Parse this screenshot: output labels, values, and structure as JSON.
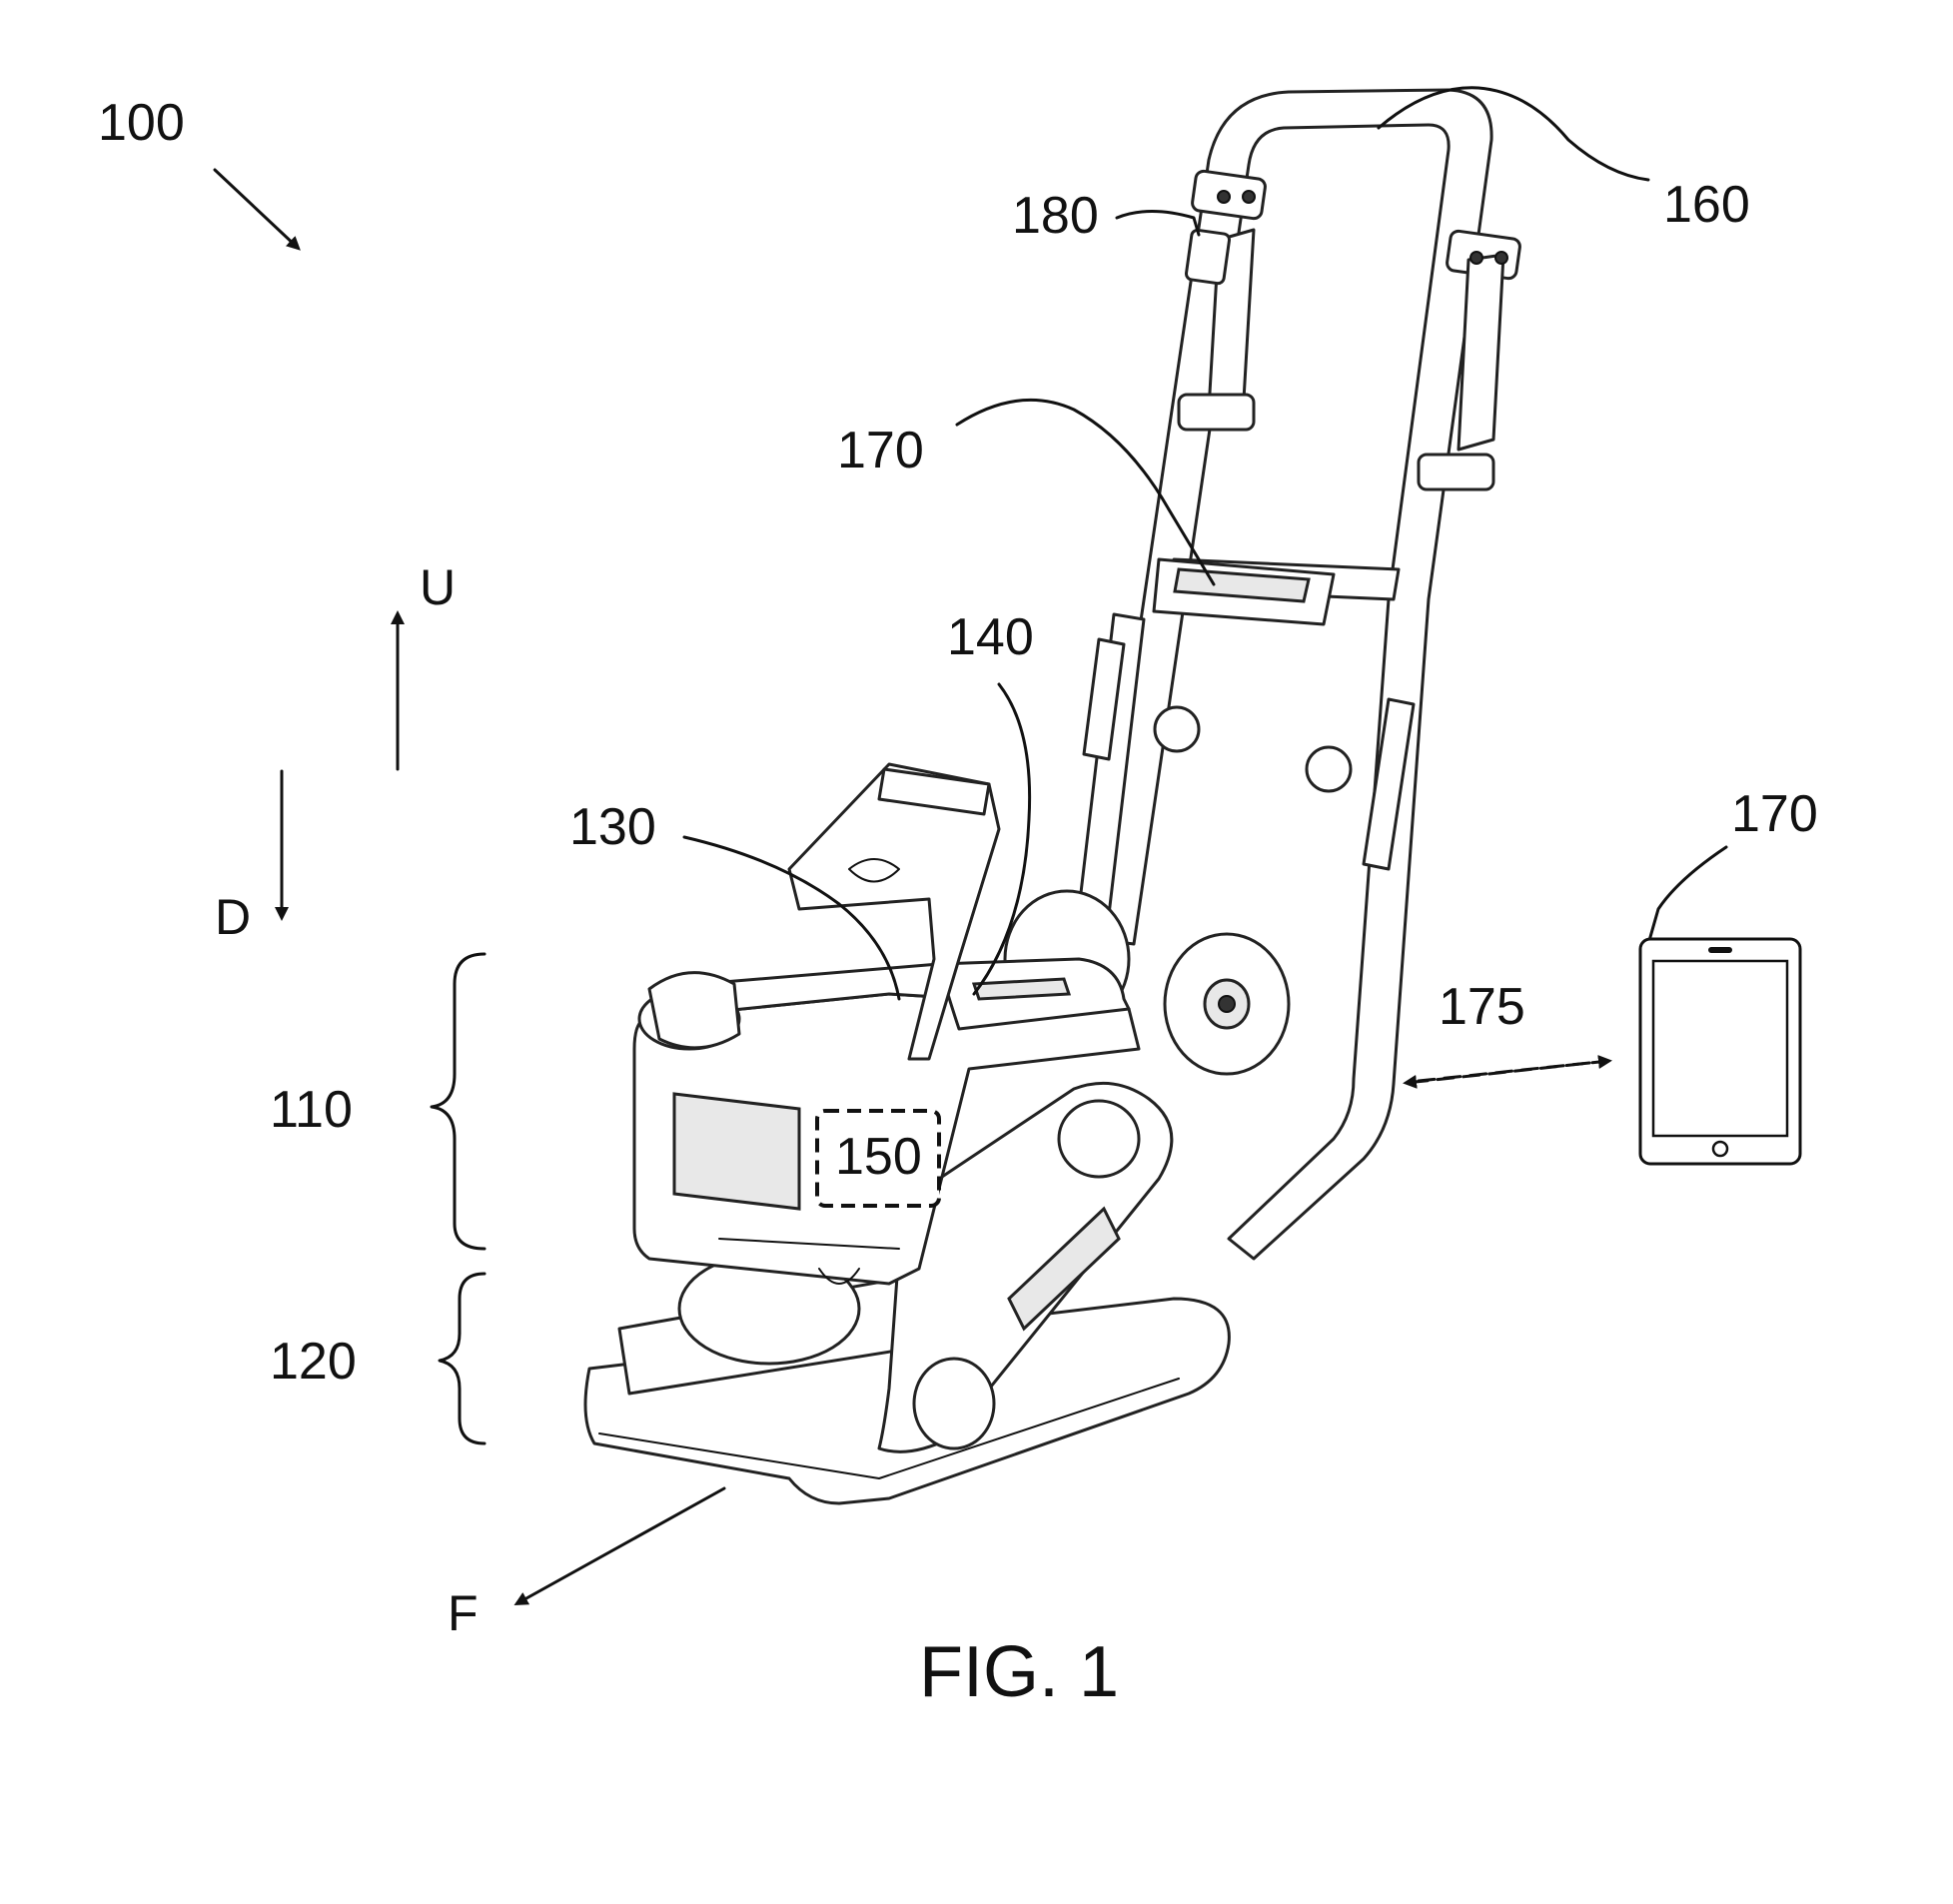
{
  "figure": {
    "caption": "FIG. 1",
    "reference_numerals": {
      "compactor": "100",
      "upper_portion": "110",
      "lower_portion": "120",
      "engine": "130",
      "fuel_tank": "140",
      "controller": "150",
      "handle": "160",
      "remote_display": "170",
      "mobile_device": "170",
      "wireless_link": "175",
      "sensor": "180"
    },
    "directions": {
      "up": "U",
      "down": "D",
      "forward": "F"
    }
  },
  "icons": {
    "machine": "plate-compactor-drawing",
    "device": "tablet-icon"
  }
}
